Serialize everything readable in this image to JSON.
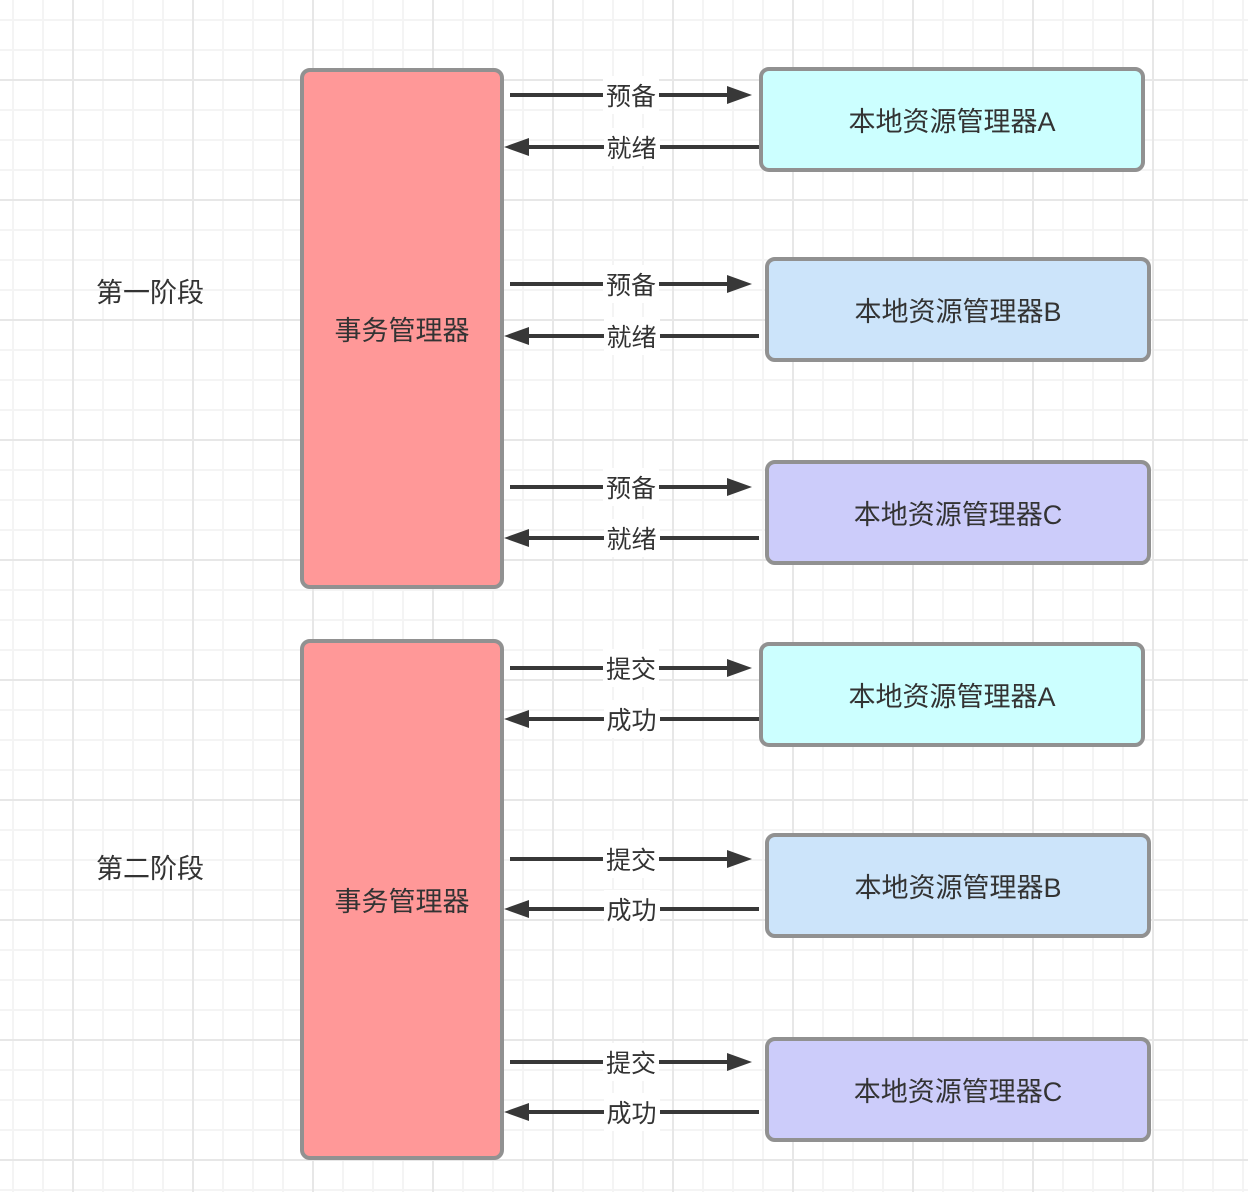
{
  "diagram": {
    "type": "two-phase-commit-flow",
    "colors": {
      "tm_fill": "#ff9898",
      "resource_fill_a": "#ccffff",
      "resource_fill_b": "#cce4fa",
      "resource_fill_c": "#ccccfa",
      "box_border": "#919191",
      "arrow": "#383838",
      "text": "#333333"
    },
    "phases": [
      {
        "label": "第一阶段",
        "transaction_manager": "事务管理器",
        "flows": [
          {
            "resource": "本地资源管理器A",
            "request": "预备",
            "response": "就绪"
          },
          {
            "resource": "本地资源管理器B",
            "request": "预备",
            "response": "就绪"
          },
          {
            "resource": "本地资源管理器C",
            "request": "预备",
            "response": "就绪"
          }
        ]
      },
      {
        "label": "第二阶段",
        "transaction_manager": "事务管理器",
        "flows": [
          {
            "resource": "本地资源管理器A",
            "request": "提交",
            "response": "成功"
          },
          {
            "resource": "本地资源管理器B",
            "request": "提交",
            "response": "成功"
          },
          {
            "resource": "本地资源管理器C",
            "request": "提交",
            "response": "成功"
          }
        ]
      }
    ]
  }
}
